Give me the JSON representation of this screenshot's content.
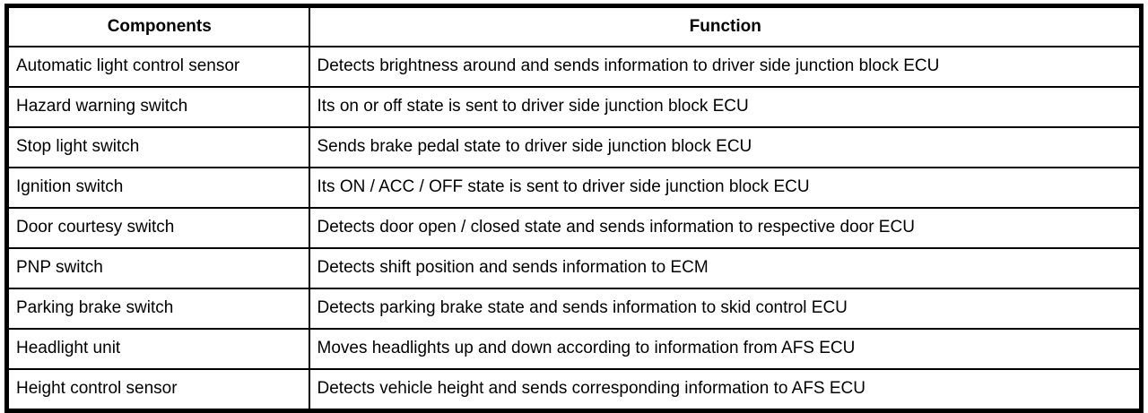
{
  "table": {
    "headers": {
      "components": "Components",
      "function": "Function"
    },
    "rows": [
      {
        "component": "Automatic light control sensor",
        "function": "Detects brightness around and sends information to driver side junction block ECU"
      },
      {
        "component": "Hazard warning switch",
        "function": "Its on or off state is sent to driver side junction block ECU"
      },
      {
        "component": "Stop light switch",
        "function": "Sends brake pedal state to driver side junction block ECU"
      },
      {
        "component": "Ignition switch",
        "function": "Its ON / ACC / OFF state is sent to driver side junction block ECU"
      },
      {
        "component": "Door courtesy switch",
        "function": "Detects door open / closed state and sends information to respective door ECU"
      },
      {
        "component": "PNP switch",
        "function": "Detects shift position and sends information to ECM"
      },
      {
        "component": "Parking brake switch",
        "function": "Detects parking brake state and sends information to skid control ECU"
      },
      {
        "component": "Headlight unit",
        "function": "Moves headlights up and down according to information from AFS ECU"
      },
      {
        "component": "Height control sensor",
        "function": "Detects vehicle height and sends corresponding information to AFS ECU"
      }
    ]
  }
}
